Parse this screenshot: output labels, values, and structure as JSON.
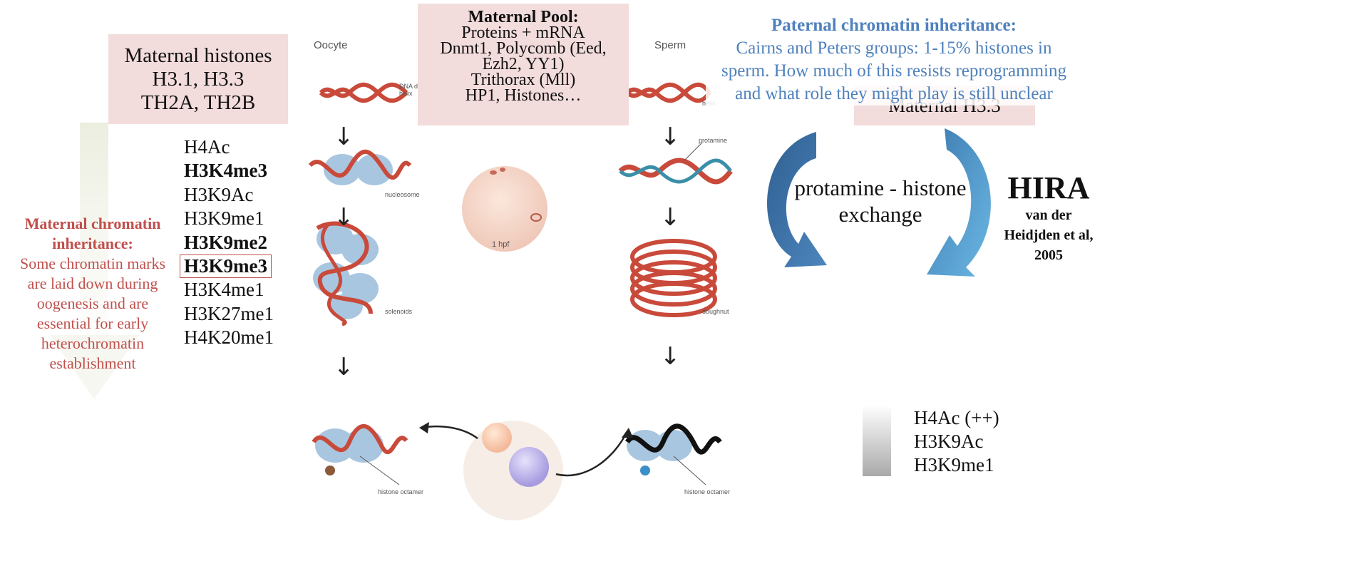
{
  "oocyte_panel": {
    "title": "Oocyte",
    "dna_label": "DNA double helix",
    "nucleosome_label": "nucleosome",
    "solenoid_label": "solenoids",
    "octamer_label": "histone octamer"
  },
  "sperm_panel": {
    "title": "Sperm",
    "dna_label": "helix",
    "protamine_label": "protamine",
    "doughnut_label": "doughnut",
    "octamer_label": "histone octamer"
  },
  "zygote_label": "1 hpf",
  "maternal_histones": {
    "line1": "Maternal histones",
    "line2": "H3.1, H3.3",
    "line3": "TH2A, TH2B"
  },
  "maternal_pool": {
    "title": "Maternal Pool:",
    "line1": "Proteins + mRNA",
    "line2": "Dnmt1, Polycomb (Eed,",
    "line3": "Ezh2, YY1)",
    "line4": "Trithorax (Mll)",
    "line5": "HP1, Histones…"
  },
  "paternal_inheritance": {
    "title": "Paternal chromatin inheritance:",
    "line1": "Cairns and Peters groups: 1-15% histones in",
    "line2": "sperm. How much of this resists reprogramming",
    "line3": "and what role they  might play is still unclear"
  },
  "maternal_h33": "Maternal H3.3",
  "oocyte_marks": [
    {
      "label": "H4Ac",
      "bold": false
    },
    {
      "label": "H3K4me3",
      "bold": true
    },
    {
      "label": "H3K9Ac",
      "bold": false
    },
    {
      "label": "H3K9me1",
      "bold": false
    },
    {
      "label": "H3K9me2",
      "bold": true
    },
    {
      "label": "H3K9me3",
      "bold": true
    },
    {
      "label": "H3K4me1",
      "bold": false
    },
    {
      "label": "H3K27me1",
      "bold": false
    },
    {
      "label": "H4K20me1",
      "bold": false
    }
  ],
  "maternal_inheritance": {
    "title1": "Maternal chromatin",
    "title2": "inheritance:",
    "body1": "Some chromatin marks",
    "body2": "are laid down during",
    "body3": "oogenesis and are",
    "body4": "essential for early",
    "body5": "heterochromatin",
    "body6": "establishment"
  },
  "exchange": {
    "line1": "protamine - histone",
    "line2": "exchange"
  },
  "hira": {
    "title": "HIRA",
    "cite1": "van der",
    "cite2": "Heidjden et al,",
    "cite3": "2005"
  },
  "paternal_marks": [
    "H4Ac (++)",
    "H3K9Ac",
    "H3K9me1"
  ],
  "colors": {
    "pink_box": "#f3dcdc",
    "red_text": "#c0504d",
    "blue_text": "#4f81bd",
    "chromatin_red": "#c94a3a",
    "histone_blue": "#a9c6e0",
    "arrow_dark_blue": "#3f73a8",
    "arrow_light_blue": "#5ba8d8"
  }
}
